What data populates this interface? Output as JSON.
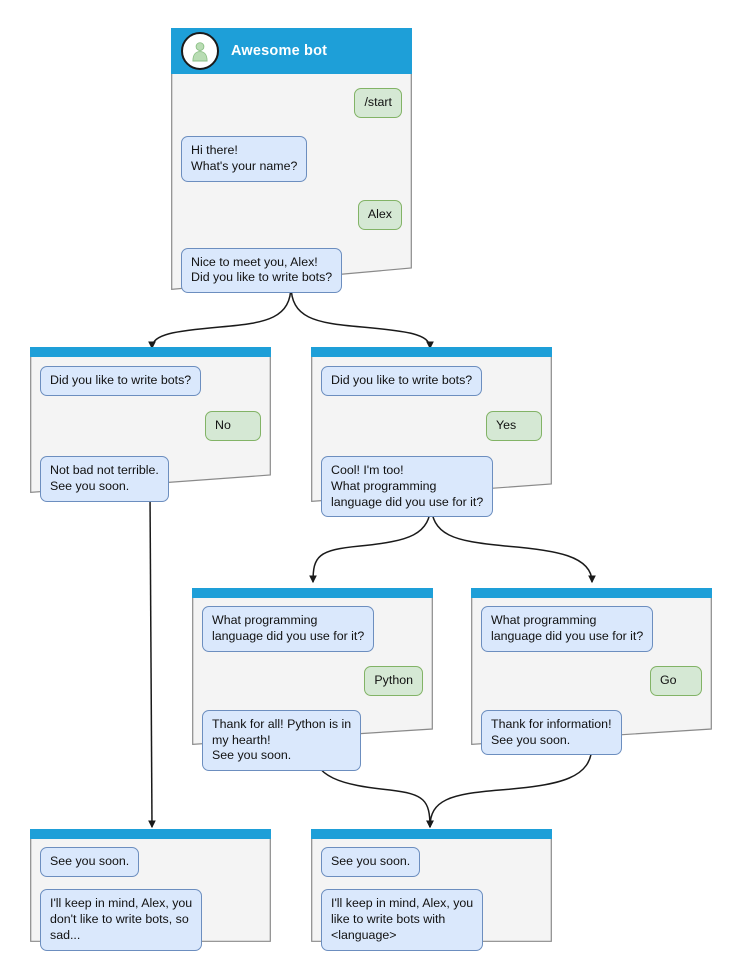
{
  "diagram": {
    "type": "bot-conversation-flowchart",
    "title": "Awesome bot conversation flow",
    "colors": {
      "header_blue": "#1e9fd8",
      "node_body": "#f4f4f4",
      "node_border": "#8a8a8a",
      "bot_bubble_fill": "#dae8fc",
      "bot_bubble_border": "#6c8ebf",
      "user_bubble_fill": "#d5e8d4",
      "user_bubble_border": "#82b366",
      "edge_stroke": "#1a1a1a",
      "avatar_person": "#b9dcb4",
      "title_text": "#ffffff",
      "canvas": "#ffffff"
    }
  },
  "nodes": [
    {
      "id": "root",
      "header_type": "full",
      "bot_name": "Awesome bot",
      "avatar_icon": "user-avatar-icon",
      "messages": [
        {
          "side": "user",
          "text": "/start"
        },
        {
          "side": "bot",
          "text": "Hi there!\nWhat's your name?"
        },
        {
          "side": "user",
          "text": "Alex"
        },
        {
          "side": "bot",
          "text": "Nice to meet you, Alex!\nDid you like to write bots?"
        }
      ]
    },
    {
      "id": "no-branch",
      "header_type": "bar",
      "messages": [
        {
          "side": "bot",
          "text": "Did you like to write bots?"
        },
        {
          "side": "user",
          "text": "No"
        },
        {
          "side": "bot",
          "text": "Not bad not terrible.\nSee you soon."
        }
      ]
    },
    {
      "id": "yes-branch",
      "header_type": "bar",
      "messages": [
        {
          "side": "bot",
          "text": "Did you like to write bots?"
        },
        {
          "side": "user",
          "text": "Yes"
        },
        {
          "side": "bot",
          "text": "Cool! I'm too!\nWhat programming\nlanguage did you use for it?"
        }
      ]
    },
    {
      "id": "python-branch",
      "header_type": "bar",
      "messages": [
        {
          "side": "bot",
          "text": "What programming\nlanguage did you use for it?"
        },
        {
          "side": "user",
          "text": "Python"
        },
        {
          "side": "bot",
          "text": "Thank for all! Python is in\nmy hearth!\nSee you soon."
        }
      ]
    },
    {
      "id": "go-branch",
      "header_type": "bar",
      "messages": [
        {
          "side": "bot",
          "text": "What programming\nlanguage did you use for it?"
        },
        {
          "side": "user",
          "text": "Go"
        },
        {
          "side": "bot",
          "text": "Thank for information!\nSee you soon."
        }
      ]
    },
    {
      "id": "end-sad",
      "header_type": "bar",
      "messages": [
        {
          "side": "bot",
          "text": "See you soon."
        },
        {
          "side": "bot",
          "text": "I'll keep in mind, Alex, you\ndon't like to write bots, so\nsad..."
        }
      ]
    },
    {
      "id": "end-happy",
      "header_type": "bar",
      "messages": [
        {
          "side": "bot",
          "text": "See you soon."
        },
        {
          "side": "bot",
          "text": "I'll keep in mind, Alex, you\nlike to write bots with\n<language>"
        }
      ]
    }
  ],
  "edges": [
    {
      "from": "root",
      "to": "no-branch",
      "style": "curved"
    },
    {
      "from": "root",
      "to": "yes-branch",
      "style": "curved"
    },
    {
      "from": "no-branch",
      "to": "end-sad",
      "style": "straight"
    },
    {
      "from": "yes-branch",
      "to": "python-branch",
      "style": "curved"
    },
    {
      "from": "yes-branch",
      "to": "go-branch",
      "style": "curved"
    },
    {
      "from": "python-branch",
      "to": "end-happy",
      "style": "curved"
    },
    {
      "from": "go-branch",
      "to": "end-happy",
      "style": "curved"
    }
  ]
}
